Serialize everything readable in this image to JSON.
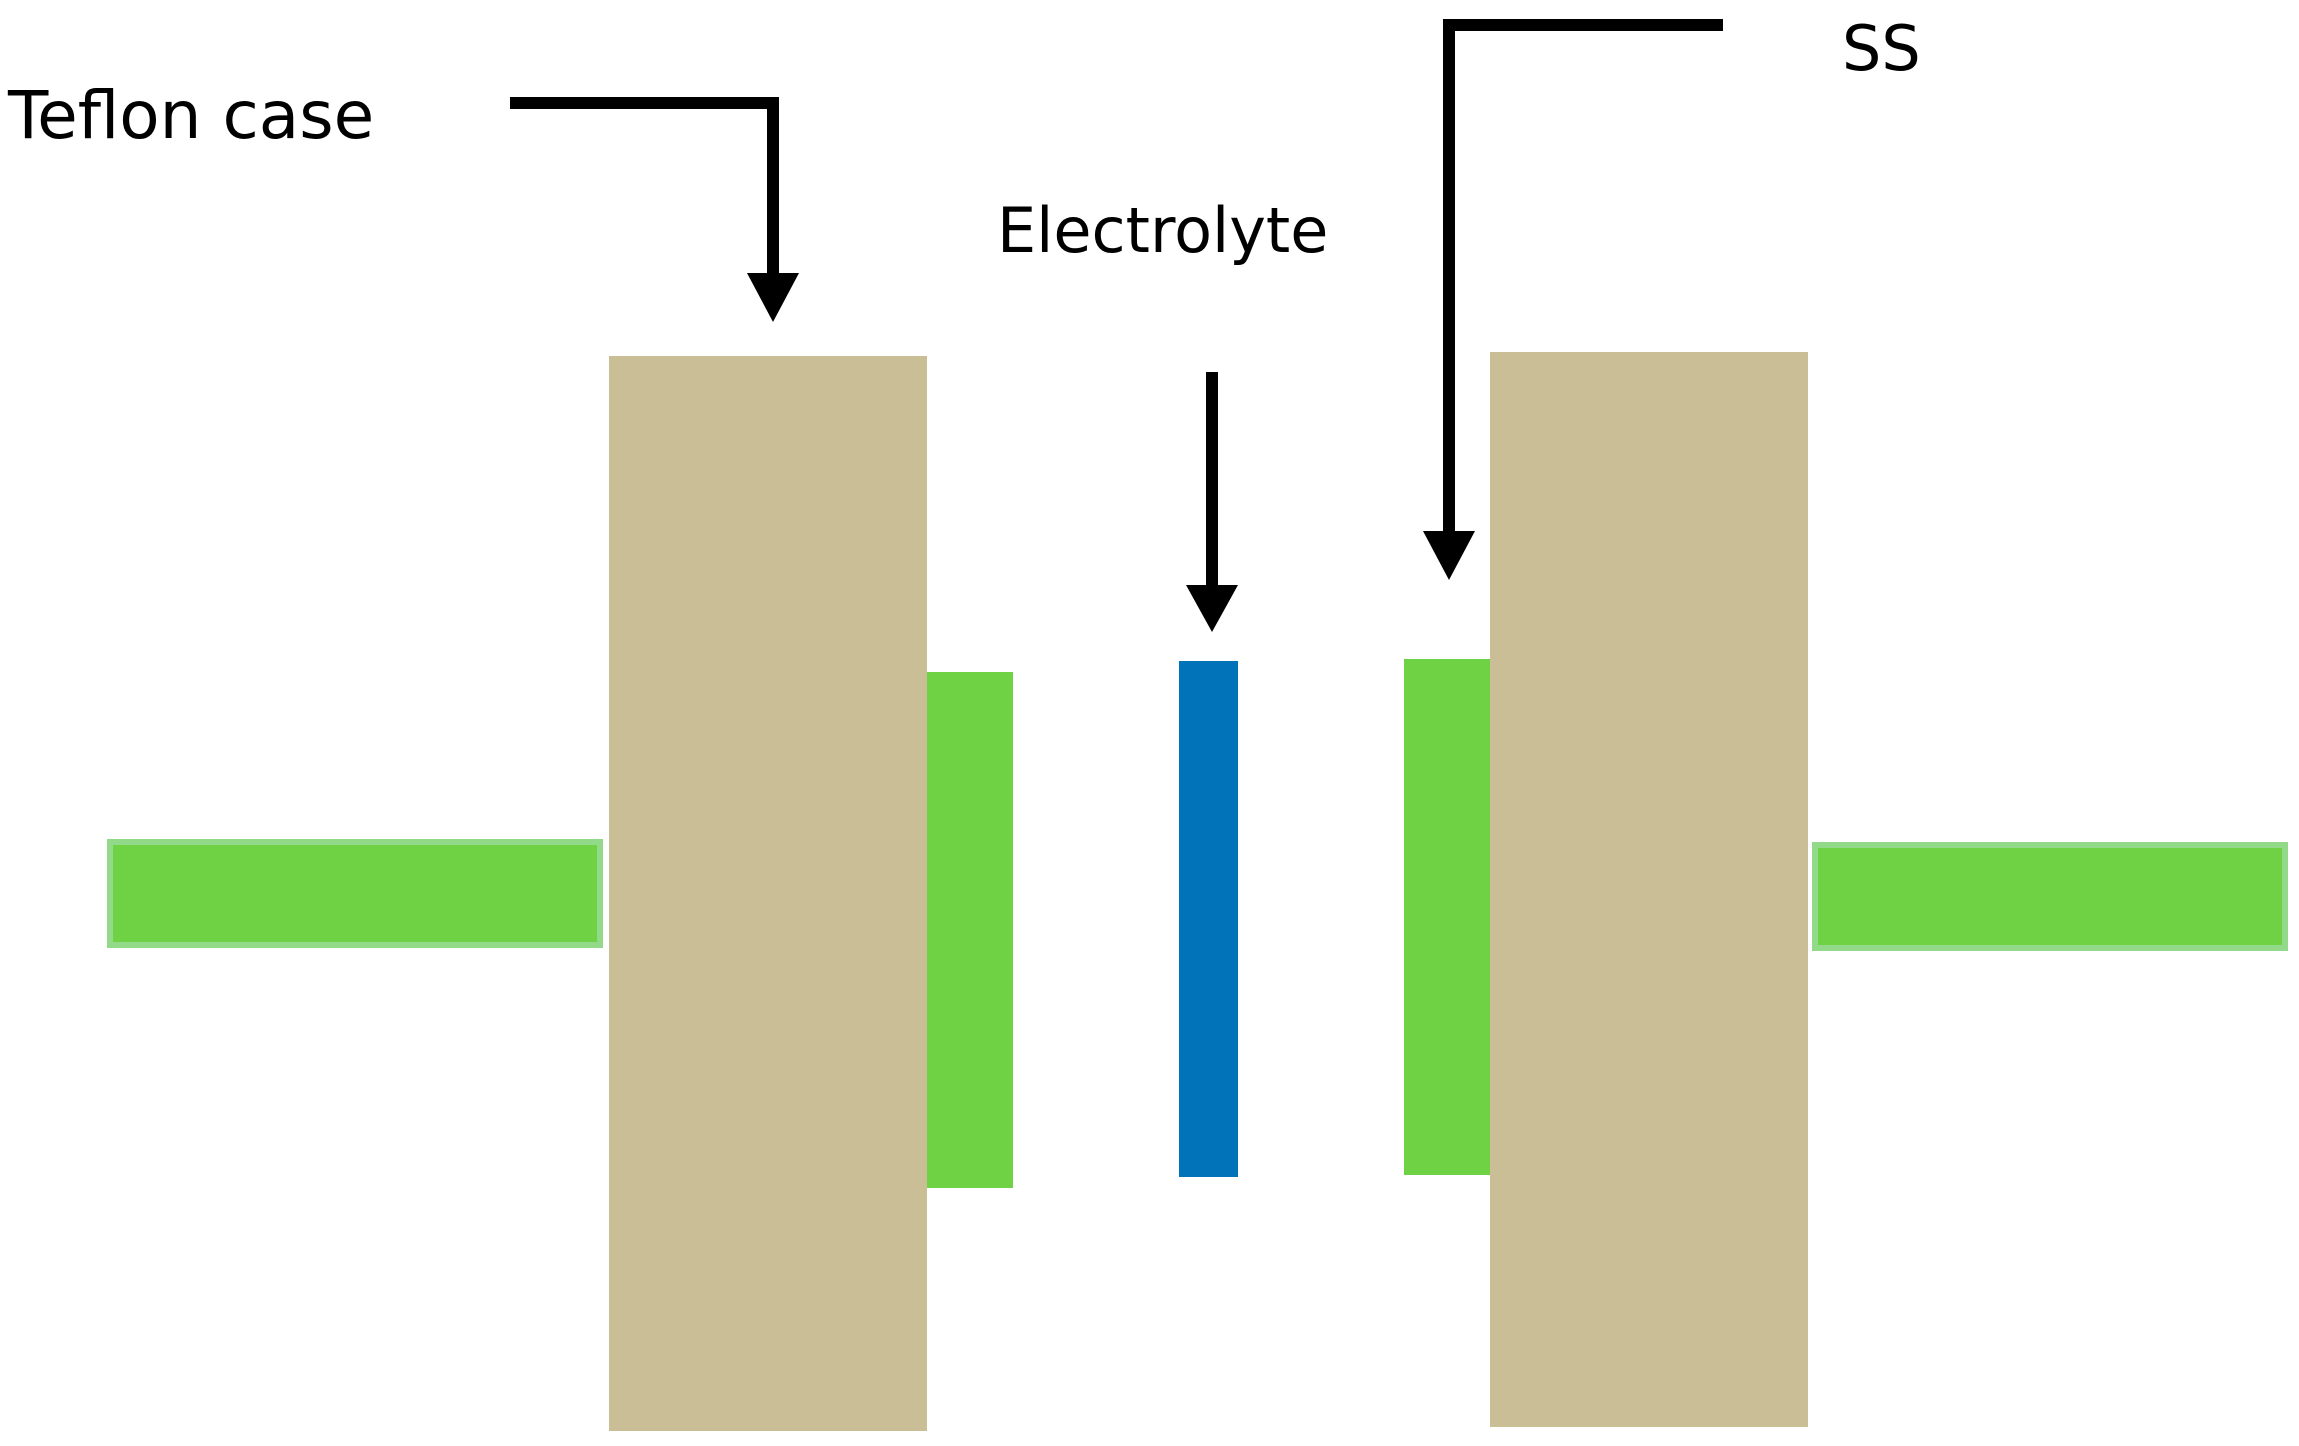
{
  "labels": {
    "teflon_case": "Teflon case",
    "electrolyte": "Electrolyte",
    "ss": "SS"
  },
  "colors": {
    "teflon": "#c9be96",
    "ss_electrode": "#6fd144",
    "ss_rod_border": "#93d98a",
    "electrolyte": "#0073b9",
    "arrow": "#000000",
    "background": "#ffffff"
  }
}
